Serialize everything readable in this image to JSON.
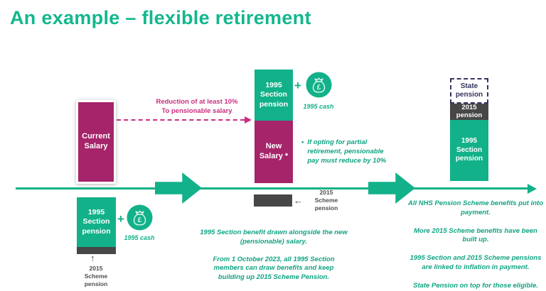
{
  "title": "An example – flexible retirement",
  "icons": {
    "plus": "+",
    "pound": "£",
    "bullet": "•",
    "up_arrow": "↑",
    "left_arrow": "←"
  },
  "colors": {
    "green": "#12B189",
    "magenta": "#A5246A",
    "pink": "#C82E7E",
    "dark_gray": "#474747",
    "navy": "#34345E"
  },
  "left": {
    "current_salary_label": "Current Salary",
    "pension_box_label": "1995 Section pension",
    "cash_label": "1995 cash",
    "strip_label": "2015 Scheme pension"
  },
  "reduction_note": {
    "line1": "Reduction of at least 10%",
    "line2": "To pensionable salary"
  },
  "middle": {
    "pension_box_label": "1995 Section pension",
    "new_salary_label": "New Salary *",
    "cash_label": "1995 cash",
    "bullet_note": "If opting for partial retirement, pensionable pay must reduce by 10%",
    "strip_label": "2015 Scheme pension",
    "para1": "1995 Section benefit drawn alongside the new (pensionable) salary.",
    "para2": "From 1 October 2023, all 1995 Section members can draw benefits and keep building up 2015 Scheme Pension."
  },
  "right": {
    "state_pension_label": "State pension",
    "pension_2015_label": "2015 pension",
    "pension_1995_label": "1995 Section pension",
    "notes": [
      "All NHS Pension Scheme benefits put into payment.",
      "More 2015 Scheme benefits have been built up.",
      "1995 Section and 2015 Scheme pensions are linked to inflation in payment.",
      "State Pension on top for those eligible."
    ]
  }
}
